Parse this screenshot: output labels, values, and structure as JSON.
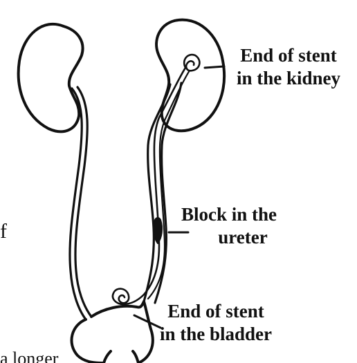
{
  "labels": {
    "kidney_end": {
      "line1": "End of stent",
      "line2": "in the kidney"
    },
    "ureter_block": {
      "line1": "Block in the",
      "line2": "ureter"
    },
    "bladder_end": {
      "line1": "End of stent",
      "line2": "in the bladder"
    }
  },
  "cropped_text": {
    "left_f": "f",
    "bottom_fragment": "a longer"
  },
  "colors": {
    "ink": "#111111",
    "background": "#ffffff"
  }
}
